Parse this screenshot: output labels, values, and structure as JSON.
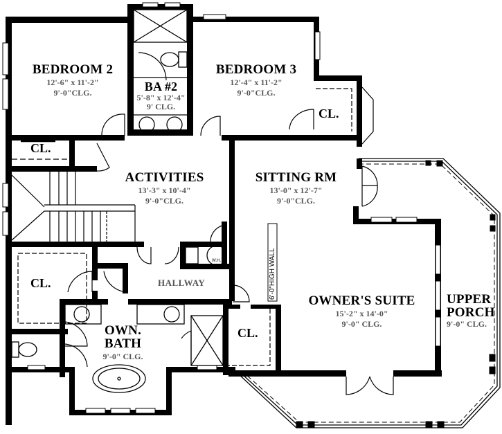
{
  "floor_plan": {
    "rooms": [
      {
        "id": "bedroom2",
        "name": "BEDROOM 2",
        "dimensions": "12'-6\" x 11'-2\"",
        "ceiling": "9'-0\"CLG."
      },
      {
        "id": "bath2",
        "name": "BA #2",
        "dimensions": "5'-8\" x 12'-4\"",
        "ceiling": "9' CLG."
      },
      {
        "id": "bedroom3",
        "name": "BEDROOM 3",
        "dimensions": "12'-4\" x 11'-2\"",
        "ceiling": "9'-0\"CLG."
      },
      {
        "id": "activities",
        "name": "ACTIVITIES",
        "dimensions": "13'-3\" x 10'-4\"",
        "ceiling": "9'-0\"CLG."
      },
      {
        "id": "sitting",
        "name": "SITTING RM",
        "dimensions": "13'-0\" x 12'-7\"",
        "ceiling": "9'-0\"CLG."
      },
      {
        "id": "owners_suite",
        "name": "OWNER'S SUITE",
        "dimensions": "15'-2\" x 14'-0\"",
        "ceiling": "9'-0\" CLG."
      },
      {
        "id": "upper_porch",
        "name_line1": "UPPER",
        "name_line2": "PORCH",
        "ceiling": "9'-0\" CLG."
      },
      {
        "id": "own_bath",
        "name_line1": "OWN.",
        "name_line2": "BATH",
        "ceiling": "9'-0\" CLG."
      },
      {
        "id": "hallway",
        "name": "HALLWAY"
      }
    ],
    "closets": [
      {
        "id": "cl_bed2",
        "label": "CL."
      },
      {
        "id": "cl_bed3",
        "label": "CL."
      },
      {
        "id": "cl_own_wic",
        "label": "CL."
      },
      {
        "id": "cl_suite",
        "label": "CL."
      }
    ],
    "annotations": {
      "high_wall": "6'-0\"HIGH WALL",
      "water_heater": "W.H."
    },
    "colors": {
      "wall": "#000000",
      "dim_text": "#555555",
      "background": "#ffffff"
    }
  }
}
